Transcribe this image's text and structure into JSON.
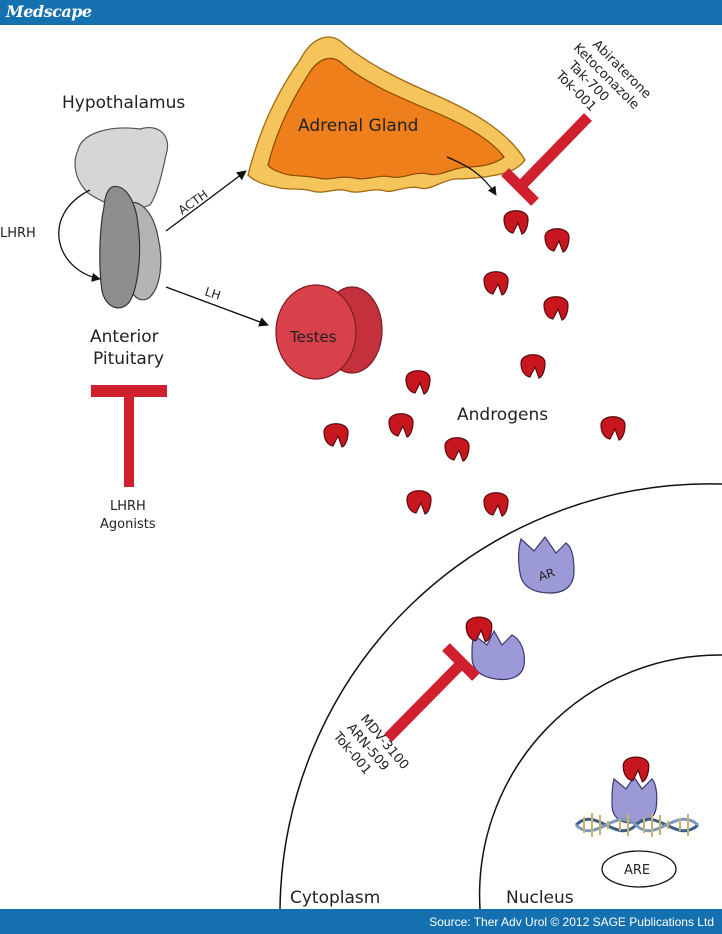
{
  "header": {
    "brand": "Medscape"
  },
  "footer": {
    "source": "Source: Ther Adv Urol © 2012 SAGE Publications Ltd"
  },
  "diagram": {
    "hypothalamus": "Hypothalamus",
    "lhrh": "LHRH",
    "anterior_pituitary": [
      "Anterior",
      "Pituitary"
    ],
    "acth": "ACTH",
    "lh": "LH",
    "adrenal_gland": "Adrenal Gland",
    "testes": "Testes",
    "androgens": "Androgens",
    "adrenal_inhibitors": [
      "Abiraterone",
      "Ketoconazole",
      "Tak-700",
      "Tok-001"
    ],
    "lhrh_agonists": [
      "LHRH",
      "Agonists"
    ],
    "ar": "AR",
    "ar_inhibitors": [
      "MDV-3100",
      "ARN-509",
      "Tok-001"
    ],
    "cytoplasm": "Cytoplasm",
    "nucleus": "Nucleus",
    "are": "ARE"
  },
  "colors": {
    "header_bar": "#1570b0",
    "inhibitor_red": "#d0202e",
    "androgen_red": "#c8161f",
    "adrenal_orange": "#ef7f1a",
    "adrenal_rim": "#f5c45a",
    "testes_red": "#d8404c",
    "receptor_purple": "#9c9ad6",
    "pituitary_gray": "#9a9a9a"
  }
}
